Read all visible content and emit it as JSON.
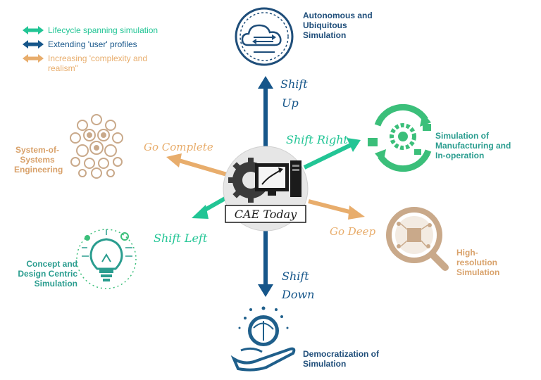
{
  "colors": {
    "teal": "#22c595",
    "navy": "#16568a",
    "tan": "#e8ad6c",
    "green": "#3bbf7a",
    "beige": "#c9a98a"
  },
  "legend": [
    {
      "text": "Lifecycle spanning simulation",
      "color": "#22c595"
    },
    {
      "text": "Extending 'user' profiles",
      "color": "#16568a"
    },
    {
      "text": "Increasing 'complexity and realism\"",
      "color": "#e8ad6c"
    }
  ],
  "center": {
    "label": "CAE Today"
  },
  "arrows": {
    "up": "Shift Up",
    "down": "Shift Down",
    "right": "Shift Right",
    "left": "Shift Left",
    "complete": "Go Complete",
    "deep": "Go Deep"
  },
  "nodes": {
    "autonomous": "Autonomous and Ubiquitous Simulation",
    "manufacturing": "Simulation of Manufacturing and In-operation",
    "sos": "System-of-Systems Engineering",
    "concept": "Concept and Design Centric Simulation",
    "highres": "High-resolution Simulation",
    "democratization": "Democratization of Simulation"
  },
  "icons": {
    "autonomous": "cloud-sync-icon",
    "manufacturing": "factory-gear-cycle-icon",
    "sos": "gear-network-icon",
    "concept": "lightbulb-circuit-icon",
    "highres": "magnifier-circuit-icon",
    "democratization": "hand-globe-icon",
    "center": "computer-gear-icon"
  }
}
